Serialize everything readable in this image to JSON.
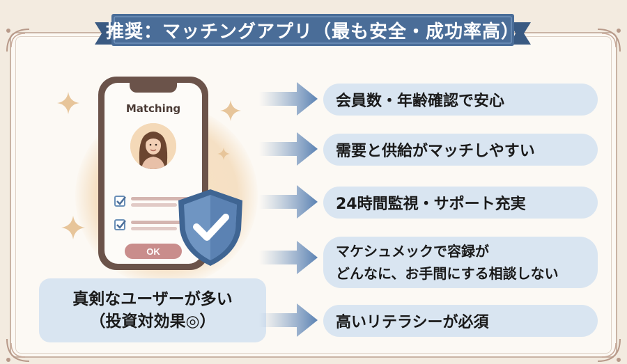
{
  "title": "推奨：マッチングアプリ（最も安全・成功率高）",
  "phone": {
    "app_title": "Matching",
    "ok_label": "OK"
  },
  "left_label": {
    "line1": "真剣なユーザーが多い",
    "line2": "（投資対効果◎）"
  },
  "points": [
    {
      "lines": [
        "会員数・年齢確認で安心"
      ]
    },
    {
      "lines": [
        "需要と供給がマッチしやすい"
      ]
    },
    {
      "lines": [
        "24時間監視・サポート充実"
      ]
    },
    {
      "lines": [
        "マケシュメックで容録が",
        "どんなに、お手間にする相談しない"
      ]
    },
    {
      "lines": [
        "高いリテラシーが必須"
      ]
    }
  ],
  "colors": {
    "banner": "#4a6d98",
    "pill": "#d9e5f1",
    "shield": "#5b82b3",
    "phone_frame": "#6b534a",
    "ok_button": "#c98d8c",
    "glow": "#f8e2c2"
  },
  "icons": [
    "sparkle-icon",
    "checkbox-icon",
    "shield-check-icon",
    "arrow-right-icon",
    "avatar-woman-icon"
  ]
}
